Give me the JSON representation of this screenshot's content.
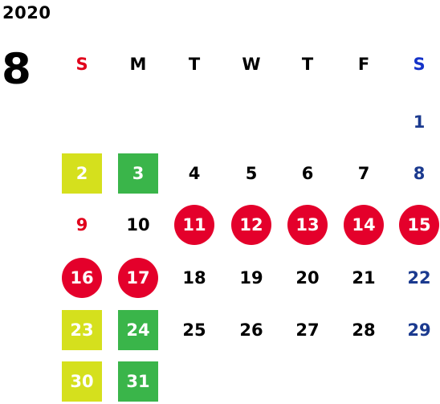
{
  "calendar": {
    "year": "2020",
    "month": "8",
    "weekdays": [
      "S",
      "M",
      "T",
      "W",
      "T",
      "F",
      "S"
    ],
    "colors": {
      "sunday_text": "#e1001b",
      "saturday_text": "#1b3a8f",
      "holiday_box_yellow": "#d5e01d",
      "holiday_box_green": "#3ab54a",
      "closed_circle": "#e4002b"
    },
    "weeks": [
      [
        {
          "day": ""
        },
        {
          "day": ""
        },
        {
          "day": ""
        },
        {
          "day": ""
        },
        {
          "day": ""
        },
        {
          "day": ""
        },
        {
          "day": "1",
          "style": "sat"
        }
      ],
      [
        {
          "day": "2",
          "style": "box-y"
        },
        {
          "day": "3",
          "style": "box-g"
        },
        {
          "day": "4"
        },
        {
          "day": "5"
        },
        {
          "day": "6"
        },
        {
          "day": "7"
        },
        {
          "day": "8",
          "style": "sat"
        }
      ],
      [
        {
          "day": "9",
          "style": "sun"
        },
        {
          "day": "10"
        },
        {
          "day": "11",
          "style": "circle"
        },
        {
          "day": "12",
          "style": "circle"
        },
        {
          "day": "13",
          "style": "circle"
        },
        {
          "day": "14",
          "style": "circle"
        },
        {
          "day": "15",
          "style": "circle"
        }
      ],
      [
        {
          "day": "16",
          "style": "circle"
        },
        {
          "day": "17",
          "style": "circle"
        },
        {
          "day": "18"
        },
        {
          "day": "19"
        },
        {
          "day": "20"
        },
        {
          "day": "21"
        },
        {
          "day": "22",
          "style": "sat"
        }
      ],
      [
        {
          "day": "23",
          "style": "box-y"
        },
        {
          "day": "24",
          "style": "box-g"
        },
        {
          "day": "25"
        },
        {
          "day": "26"
        },
        {
          "day": "27"
        },
        {
          "day": "28"
        },
        {
          "day": "29",
          "style": "sat"
        }
      ],
      [
        {
          "day": "30",
          "style": "box-y"
        },
        {
          "day": "31",
          "style": "box-g"
        },
        {
          "day": ""
        },
        {
          "day": ""
        },
        {
          "day": ""
        },
        {
          "day": ""
        },
        {
          "day": ""
        }
      ]
    ]
  }
}
